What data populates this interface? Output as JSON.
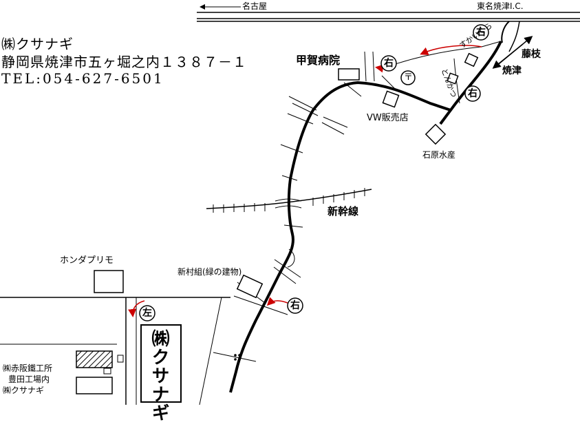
{
  "header": {
    "company": "㈱クサナギ",
    "address": "静岡県焼津市五ヶ堀之内１３８７－１",
    "tel": "TEL:054-627-6501"
  },
  "highway": {
    "west_label": "名古屋",
    "ic_label": "東名焼津I.C."
  },
  "directions": {
    "fujieda": "藤枝",
    "yaizu": "焼津"
  },
  "landmarks": {
    "koga_hospital": "甲賀病院",
    "vw_dealer": "VW販売店",
    "ishihara": "石原水産",
    "shinkansen": "新幹線",
    "honda_primo": "ホンダプリモ",
    "shinmuragumi": "新村組(緑の建物)",
    "sukaikuru": "すかいくら",
    "tonkatsu": "とんかつ",
    "company_box": "㈱クサナギ",
    "akasaka_line1": "㈱赤阪鐵工所",
    "akasaka_line2": "豊田工場内",
    "akasaka_line3": "㈱クサナギ"
  },
  "turn_signs": {
    "right": "右",
    "left": "左",
    "post_office": "〒"
  },
  "colors": {
    "ink": "#000000",
    "arrow": "#cc0000",
    "background": "#ffffff"
  }
}
